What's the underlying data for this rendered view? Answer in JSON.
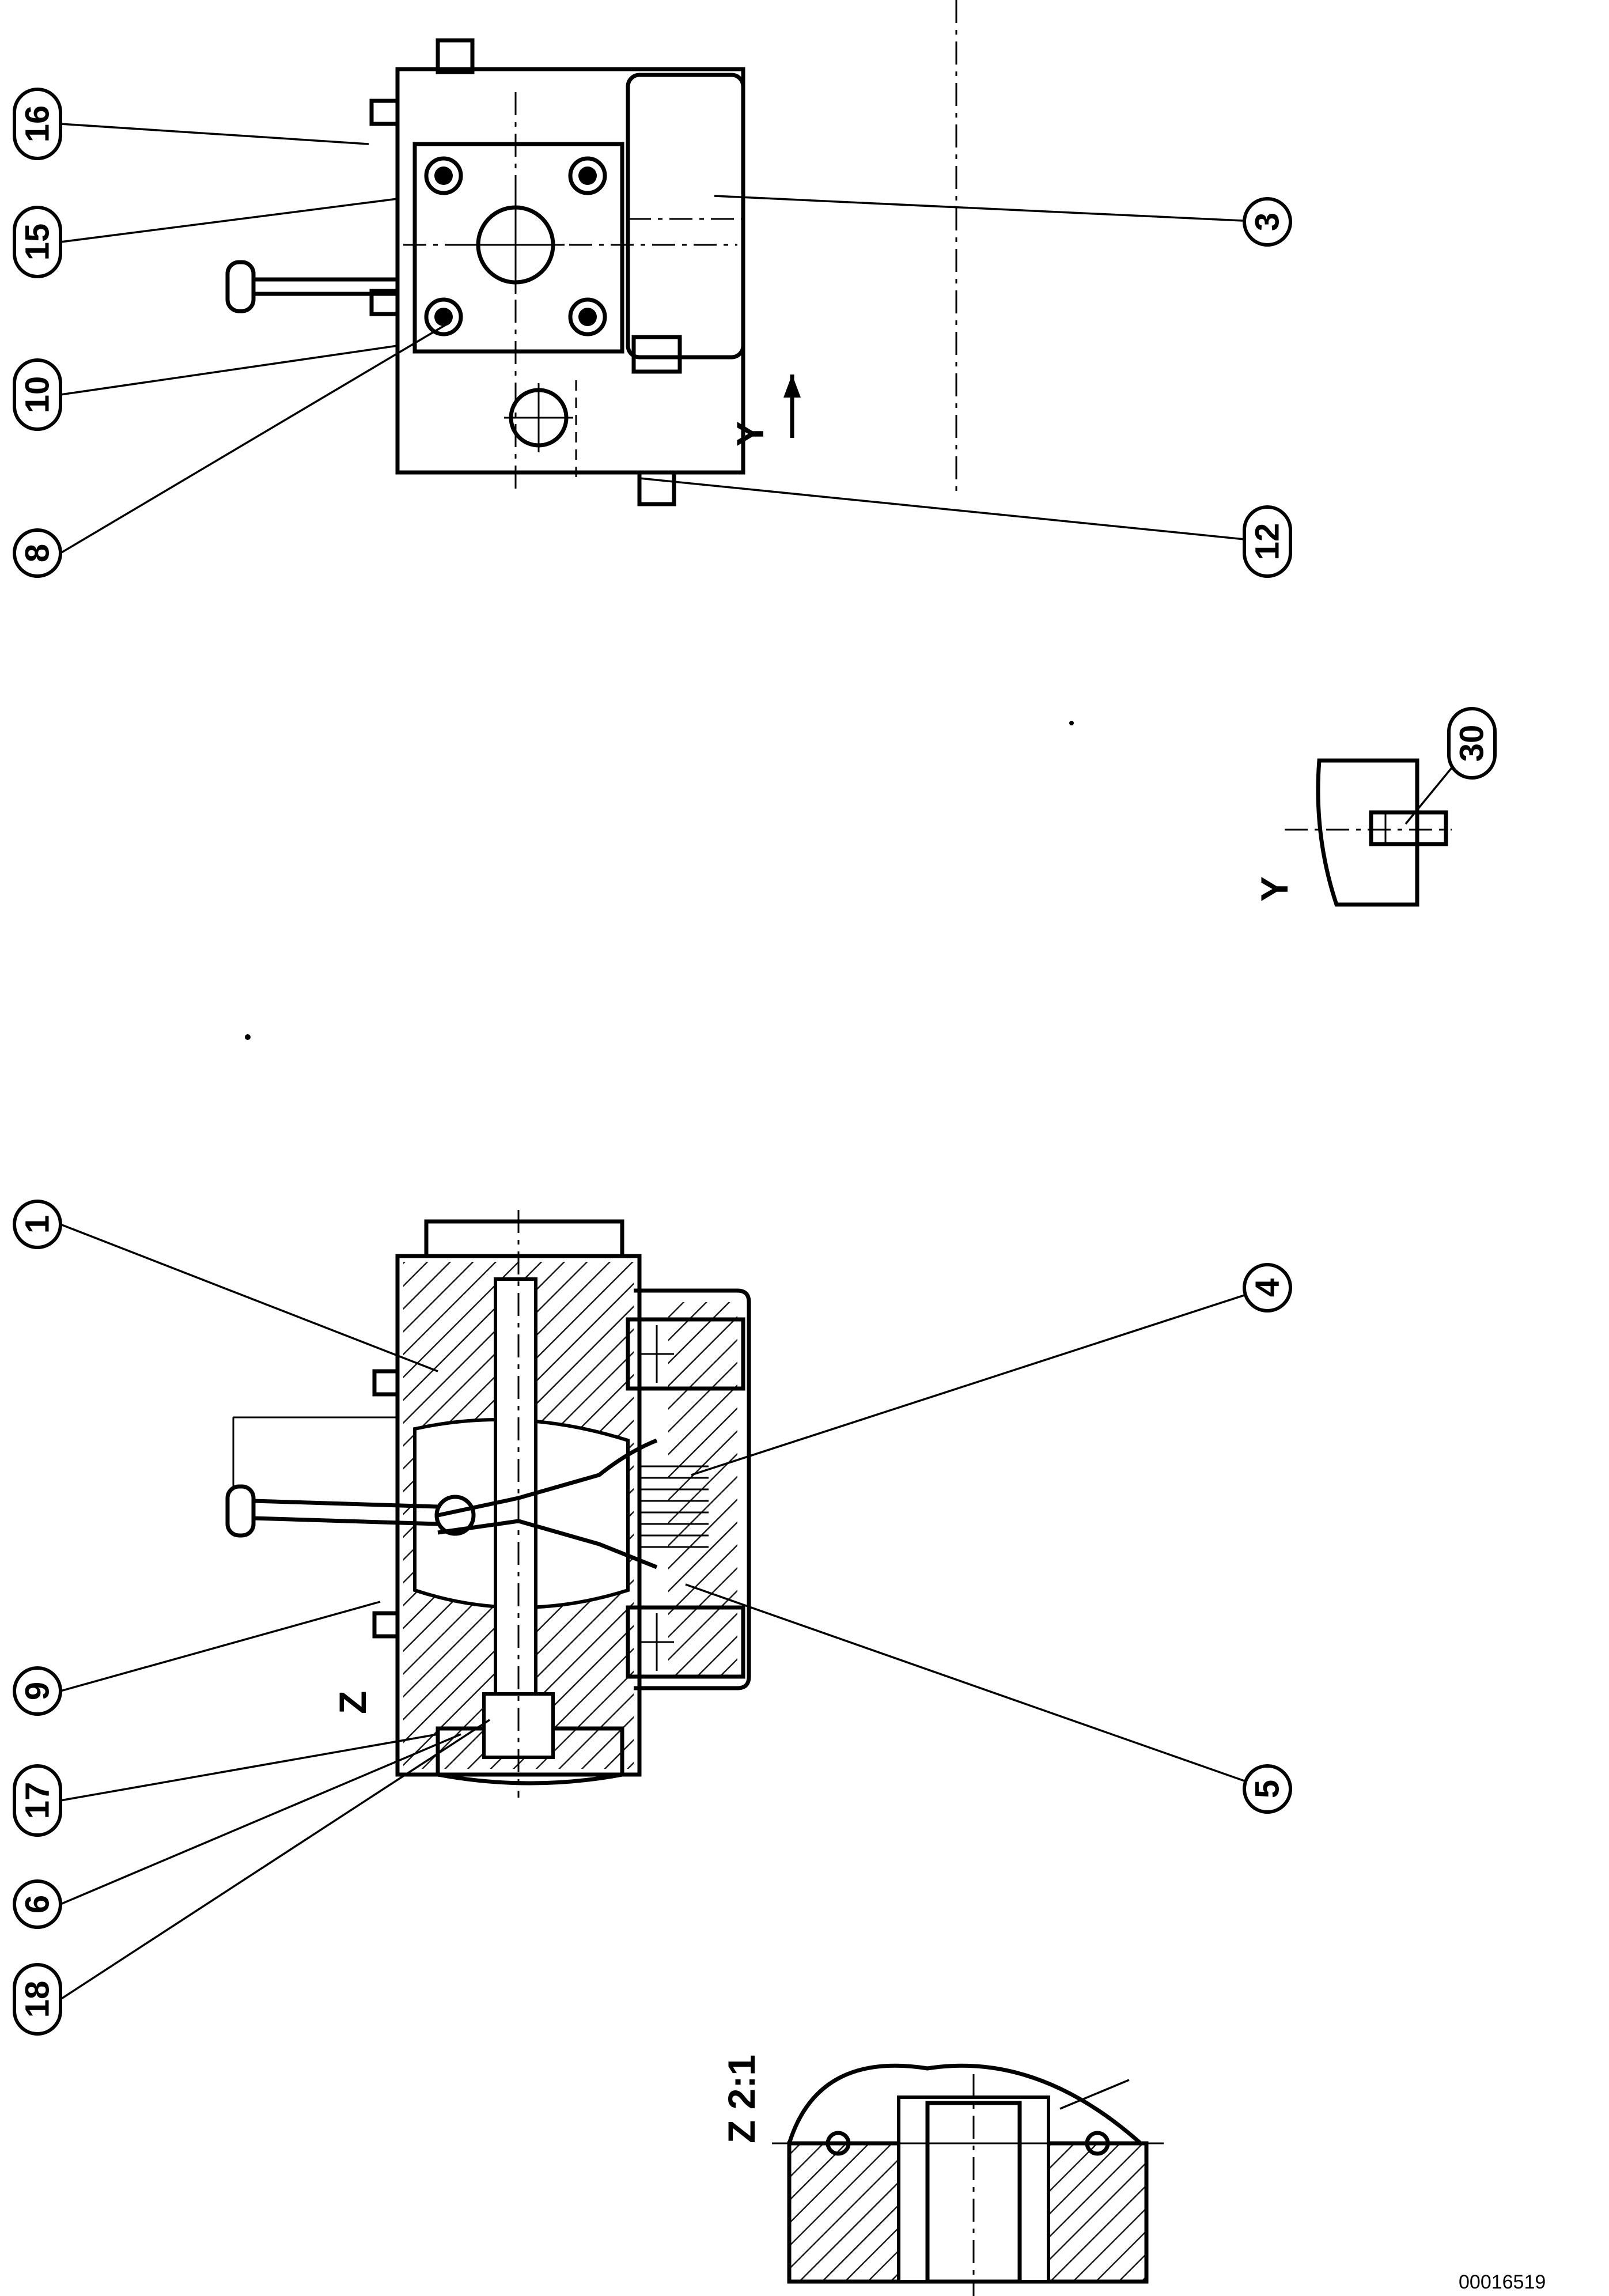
{
  "drawing": {
    "document_number": "00016519",
    "view_labels": {
      "view_y_arrow": "Y",
      "view_y_detail": "Y",
      "view_z_marker": "Z",
      "view_z_detail": "Z 2:1"
    },
    "callouts": {
      "c16": "16",
      "c15": "15",
      "c10": "10",
      "c8": "8",
      "c3": "3",
      "c12": "12",
      "c30": "30",
      "c1": "1",
      "c9": "9",
      "c17": "17",
      "c6": "6",
      "c18": "18",
      "c4": "4",
      "c5": "5"
    }
  }
}
